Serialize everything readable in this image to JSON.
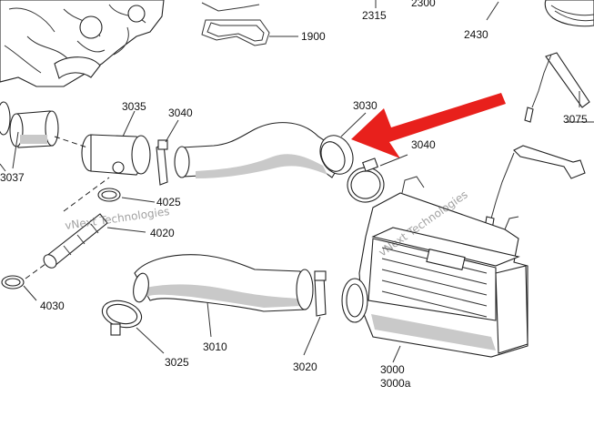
{
  "diagram": {
    "labels": {
      "l2315": "2315",
      "l2300": "2300",
      "l1900": "1900",
      "l2430": "2430",
      "l3075": "3075",
      "l3035": "3035",
      "l3040a": "3040",
      "l3030": "3030",
      "l3040b": "3040",
      "l3037": "3037",
      "l4025": "4025",
      "l4020": "4020",
      "l4030": "4030",
      "l3025": "3025",
      "l3010": "3010",
      "l3020": "3020",
      "l3000": "3000",
      "l3000a": "3000a"
    },
    "watermark": {
      "left": "vNext Technologies",
      "right": "vNext Technologies"
    },
    "colors": {
      "arrow": "#e8201c",
      "line": "#222222",
      "shade": "#c9c9c9"
    }
  }
}
